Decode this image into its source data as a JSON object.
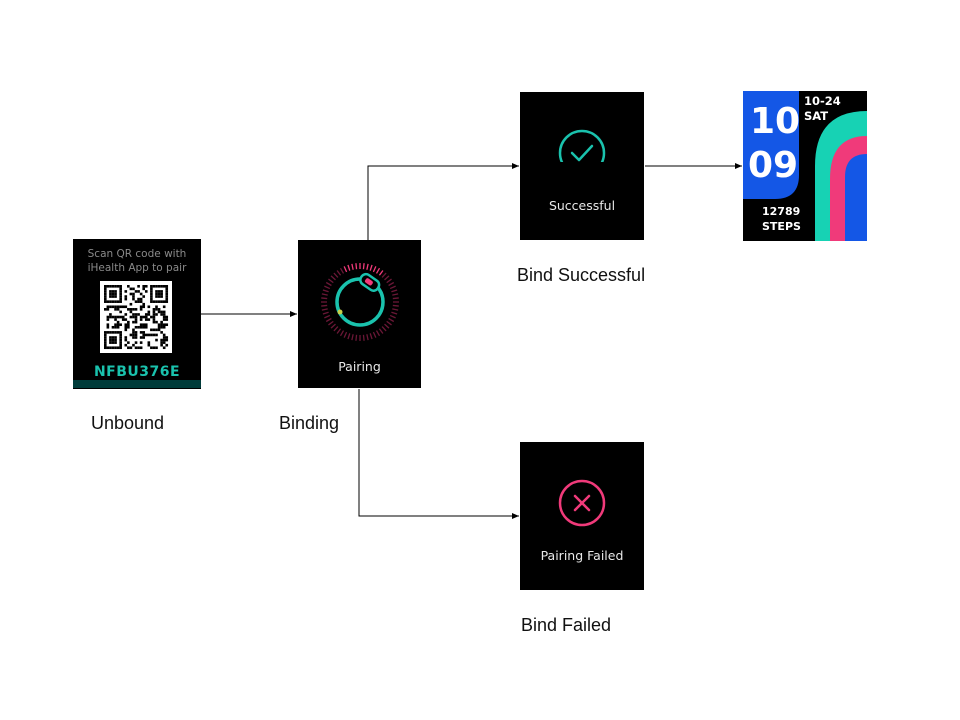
{
  "nodes": {
    "unbound": {
      "caption": "Unbound",
      "screen_line1": "Scan QR code with",
      "screen_line2": "iHealth App to pair",
      "device_code": "NFBU376E"
    },
    "binding": {
      "caption": "Binding",
      "screen_label": "Pairing"
    },
    "bind_successful": {
      "caption": "Bind Successful",
      "screen_label": "Successful"
    },
    "bind_failed": {
      "caption": "Bind Failed",
      "screen_label": "Pairing Failed"
    },
    "watch_face": {
      "hour": "10",
      "minute": "09",
      "date": "10-24",
      "weekday": "SAT",
      "steps_value": "12789",
      "steps_label": "STEPS"
    }
  },
  "colors": {
    "accent_teal": "#1ac2ad",
    "accent_pink": "#f03a7a",
    "watch_blue": "#1457e6"
  }
}
